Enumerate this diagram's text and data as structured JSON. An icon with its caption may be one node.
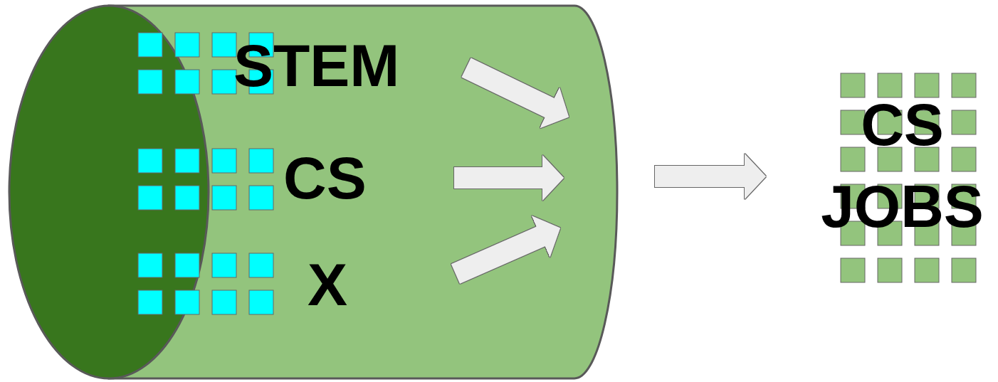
{
  "diagram": {
    "nodes": [
      {
        "text": [],
        "shape": "cylinder"
      },
      {
        "text": [
          "STEM"
        ],
        "in": 0
      },
      {
        "text": [
          "CS"
        ],
        "in": 0
      },
      {
        "text": [
          "X"
        ],
        "in": 0
      },
      {
        "text": [
          "CS JOBS"
        ]
      }
    ],
    "edges": [
      {
        "from": 0,
        "to": 4,
        "arrow": "to"
      }
    ]
  }
}
